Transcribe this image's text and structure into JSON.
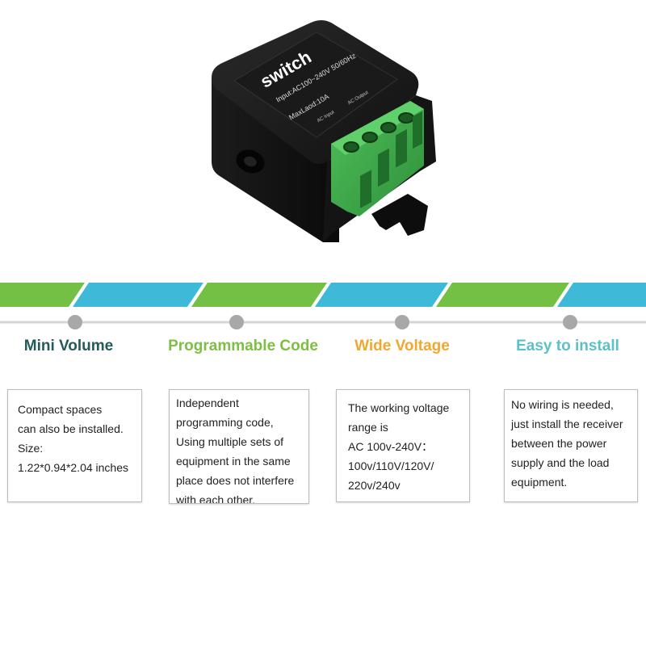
{
  "product": {
    "label_title": "switch",
    "label_input": "Input:AC100~240V 50/60Hz",
    "label_load": "MaxLaod:10A",
    "terminal_input": "AC Input",
    "terminal_output": "AC Output"
  },
  "colors": {
    "green": "#74c044",
    "blue": "#3fb9d8",
    "dark_teal": "#245a5a",
    "light_green": "#7dbf43",
    "orange": "#f0a830",
    "light_blue": "#5cc0c8"
  },
  "features": [
    {
      "title": "Mini Volume",
      "lines": [
        "Compact spaces",
        "can also be installed.",
        "Size:",
        "1.22*0.94*2.04 inches"
      ]
    },
    {
      "title": "Programmable Code",
      "lines": [
        "Independent",
        "programming code,",
        "Using multiple sets of",
        "equipment in the same",
        "place does not interfere",
        "with each other."
      ]
    },
    {
      "title": "Wide Voltage",
      "lines": [
        "The working voltage",
        "range is",
        "AC 100v-240V：",
        "100v/110V/120V/",
        "220v/240v"
      ]
    },
    {
      "title": "Easy to install",
      "lines": [
        "No wiring is needed,",
        "just install the receiver",
        "between the power",
        "supply and the load",
        "equipment."
      ]
    }
  ]
}
